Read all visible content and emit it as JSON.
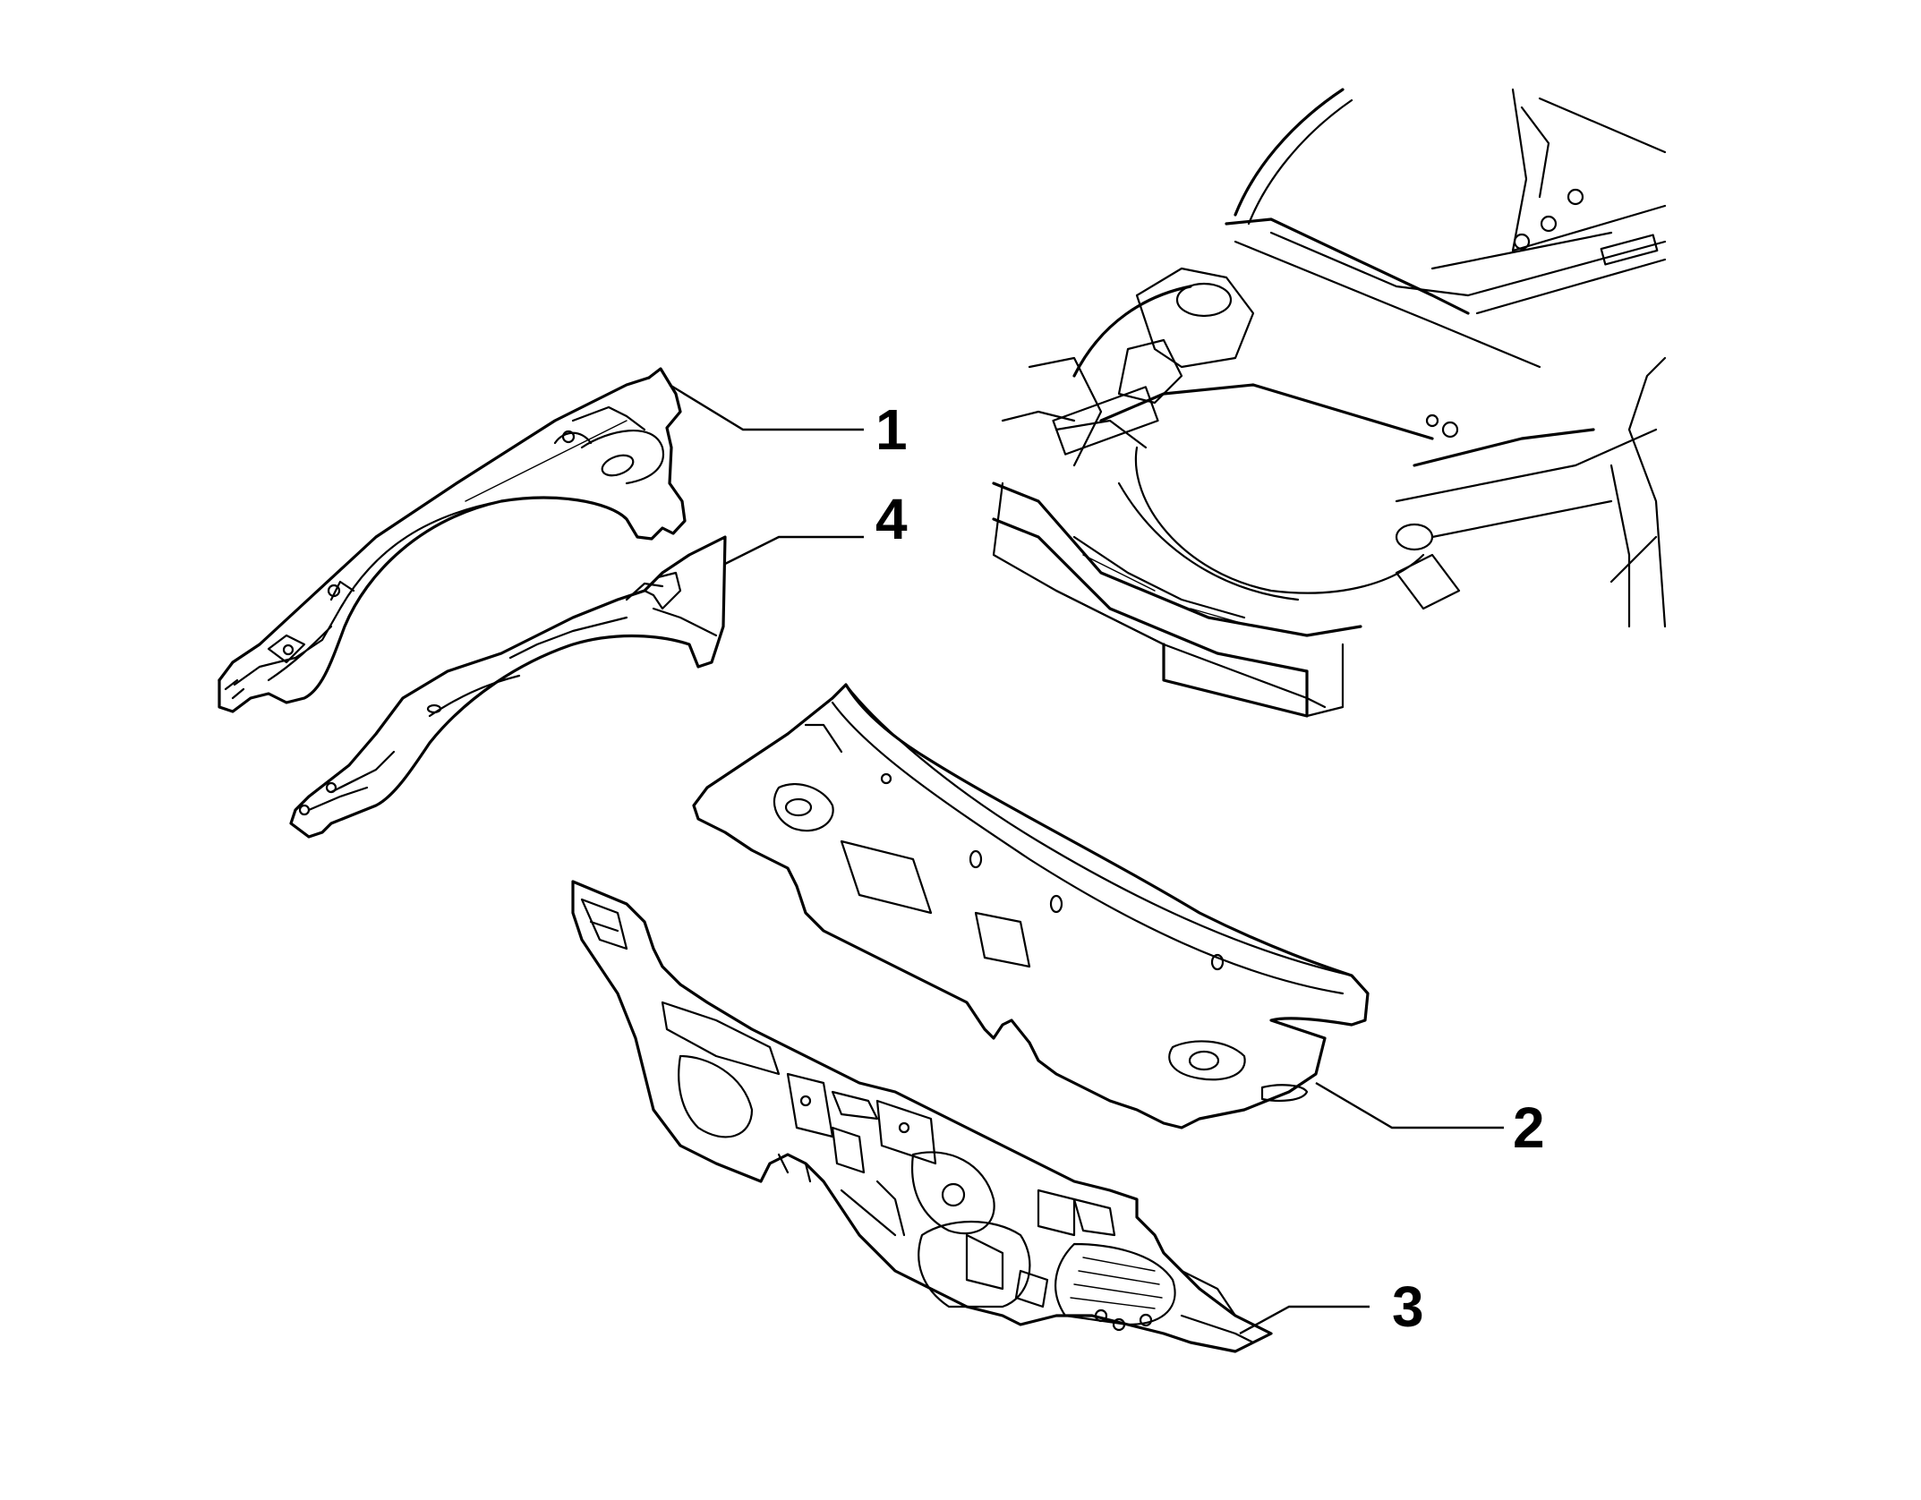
{
  "callouts": [
    {
      "label": "1",
      "part": "front-fender"
    },
    {
      "label": "4",
      "part": "inner-wheel-arch-liner"
    },
    {
      "label": "2",
      "part": "upper-cowl-panel"
    },
    {
      "label": "3",
      "part": "dash-firewall-panel"
    }
  ],
  "colors": {
    "line": "#000000",
    "background": "#ffffff"
  }
}
